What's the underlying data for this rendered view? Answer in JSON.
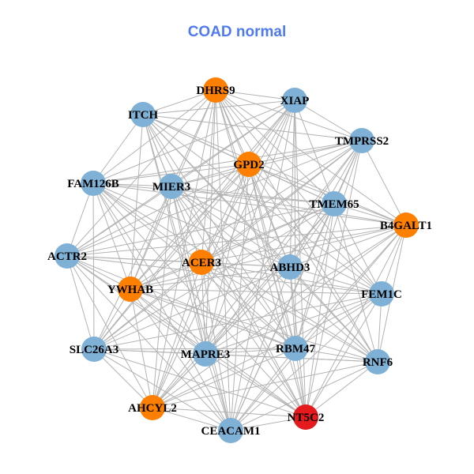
{
  "title": "COAD normal",
  "colors": {
    "orange": "#ff7f00",
    "blue": "#7eb1d5",
    "red": "#e41a1c",
    "edge": "#b3b3b3"
  },
  "nodes": [
    {
      "name": "DHRS9",
      "color": "orange"
    },
    {
      "name": "XIAP",
      "color": "blue"
    },
    {
      "name": "ITCH",
      "color": "blue"
    },
    {
      "name": "TMPRSS2",
      "color": "blue"
    },
    {
      "name": "GPD2",
      "color": "orange"
    },
    {
      "name": "FAM126B",
      "color": "blue"
    },
    {
      "name": "MIER3",
      "color": "blue"
    },
    {
      "name": "TMEM65",
      "color": "blue"
    },
    {
      "name": "B4GALT1",
      "color": "orange"
    },
    {
      "name": "ACTR2",
      "color": "blue"
    },
    {
      "name": "ACER3",
      "color": "orange"
    },
    {
      "name": "ABHD3",
      "color": "blue"
    },
    {
      "name": "YWHAB",
      "color": "orange"
    },
    {
      "name": "FEM1C",
      "color": "blue"
    },
    {
      "name": "SLC26A3",
      "color": "blue"
    },
    {
      "name": "MAPRE3",
      "color": "blue"
    },
    {
      "name": "RBM47",
      "color": "blue"
    },
    {
      "name": "RNF6",
      "color": "blue"
    },
    {
      "name": "AHCYL2",
      "color": "orange"
    },
    {
      "name": "NT5C2",
      "color": "red"
    },
    {
      "name": "CEACAM1",
      "color": "blue"
    }
  ],
  "adjacency": [
    [
      1,
      2,
      3,
      4,
      5,
      6,
      7,
      8,
      9,
      10,
      11,
      12,
      13,
      15,
      16,
      17,
      18,
      19,
      20
    ],
    [
      2,
      3,
      4,
      5,
      6,
      7,
      9,
      10,
      11,
      12,
      14,
      15,
      16,
      18,
      19,
      20
    ],
    [
      3,
      4,
      5,
      6,
      7,
      8,
      10,
      11,
      12,
      13,
      15,
      16,
      17,
      19,
      20
    ],
    [
      4,
      5,
      6,
      7,
      8,
      9,
      10,
      11,
      12,
      14,
      15,
      16,
      18,
      19,
      20
    ],
    [
      5,
      6,
      7,
      8,
      9,
      10,
      11,
      12,
      13,
      14,
      15,
      16,
      17,
      18,
      19,
      20
    ],
    [
      6,
      7,
      8,
      9,
      10,
      11,
      12,
      14,
      15,
      16,
      17,
      19,
      20
    ],
    [
      7,
      8,
      9,
      10,
      11,
      12,
      13,
      14,
      15,
      16,
      17,
      18,
      19,
      20
    ],
    [
      8,
      9,
      10,
      11,
      12,
      13,
      14,
      15,
      16,
      17,
      18,
      19,
      20
    ],
    [
      9,
      10,
      11,
      12,
      13,
      15,
      16,
      17,
      18,
      19,
      20
    ],
    [
      10,
      11,
      12,
      13,
      14,
      15,
      16,
      18,
      19,
      20
    ],
    [
      11,
      12,
      13,
      14,
      15,
      16,
      17,
      18,
      19,
      20
    ],
    [
      12,
      13,
      14,
      15,
      16,
      17,
      18,
      19,
      20
    ],
    [
      13,
      14,
      15,
      16,
      17,
      18,
      19,
      20
    ],
    [
      14,
      15,
      16,
      17,
      18,
      19,
      20
    ],
    [
      15,
      16,
      17,
      18,
      19,
      20
    ],
    [
      16,
      17,
      18,
      19,
      20
    ],
    [
      17,
      18,
      19,
      20
    ],
    [
      18,
      19,
      20
    ],
    [
      19,
      20
    ],
    [
      20
    ],
    []
  ]
}
